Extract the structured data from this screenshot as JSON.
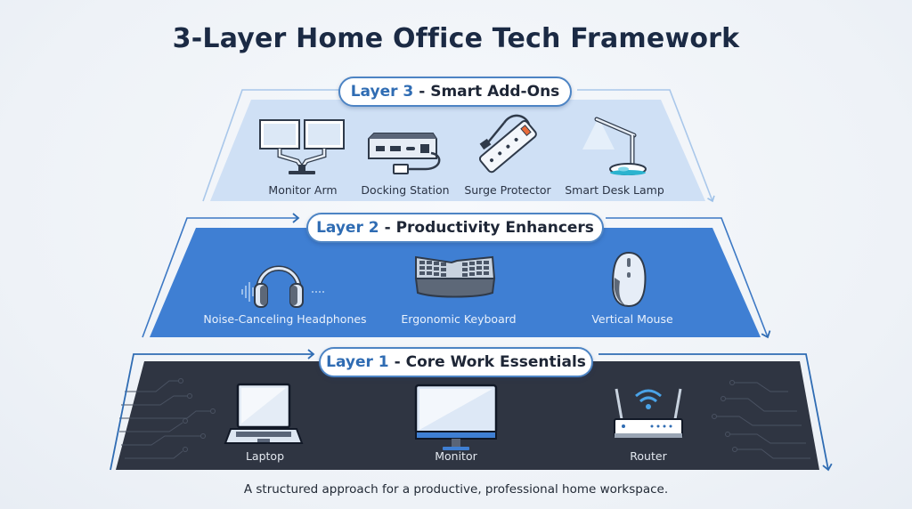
{
  "title": "3-Layer Home Office Tech Framework",
  "layers": [
    {
      "number_label": "Layer 3",
      "name": " - Smart Add-Ons",
      "fill_color": "#cfe0f5",
      "items": [
        {
          "label": "Monitor Arm",
          "icon": "dual-monitor-arm-icon"
        },
        {
          "label": "Docking Station",
          "icon": "docking-station-icon"
        },
        {
          "label": "Surge Protector",
          "icon": "surge-protector-icon"
        },
        {
          "label": "Smart Desk Lamp",
          "icon": "desk-lamp-icon"
        }
      ]
    },
    {
      "number_label": "Layer 2",
      "name": " - Productivity Enhancers",
      "fill_color": "#3f7fd3",
      "items": [
        {
          "label": "Noise-Canceling Headphones",
          "icon": "headphones-icon"
        },
        {
          "label": "Ergonomic Keyboard",
          "icon": "ergonomic-keyboard-icon"
        },
        {
          "label": "Vertical Mouse",
          "icon": "vertical-mouse-icon"
        }
      ]
    },
    {
      "number_label": "Layer 1",
      "name": " - Core Work Essentials",
      "fill_color": "#2f3542",
      "items": [
        {
          "label": "Laptop",
          "icon": "laptop-icon"
        },
        {
          "label": "Monitor",
          "icon": "monitor-icon"
        },
        {
          "label": "Router",
          "icon": "wifi-router-icon"
        }
      ]
    }
  ],
  "footer": "A structured approach for a productive, professional home workspace.",
  "colors": {
    "title": "#1b2a44",
    "accent_blue": "#2f6cb3",
    "outline_blue": "#4d84c4"
  }
}
